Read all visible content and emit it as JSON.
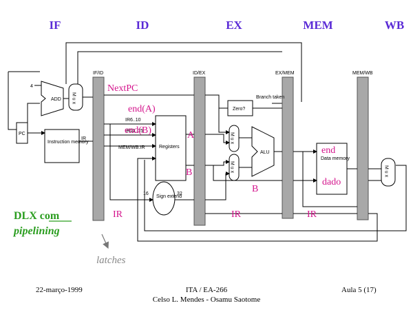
{
  "stages": [
    "IF",
    "ID",
    "EX",
    "MEM",
    "WB"
  ],
  "latch_labels": [
    "IF/ID",
    "ID/EX",
    "EX/MEM",
    "MEM/WB"
  ],
  "blocks": {
    "add": "ADD",
    "add_const": "4",
    "mux": "M u x",
    "pc": "PC",
    "imem": "Instruction memory",
    "regs": "Registers",
    "sign_extend": "Sign extend",
    "zero": "Zero?",
    "branch_taken": "Branch taken",
    "alu": "ALU",
    "dmem": "Data memory"
  },
  "small_labels": {
    "ir_if": "IR",
    "ir_6_10": "IR6..10",
    "ir_11_15": "IR11..15",
    "memwb_ir": "MEM/WB.IR",
    "bits_16": "16",
    "bits_32": "32"
  },
  "annotations": {
    "nextpc": "NextPC",
    "endA": "end(A)",
    "endB": "end(B)",
    "A": "A",
    "B": "B",
    "B2": "B",
    "ir1": "IR",
    "ir2": "IR",
    "ir3": "IR",
    "end": "end",
    "dado": "dado"
  },
  "title_line1": "DLX com",
  "title_line2": "pipelining",
  "latches_note": "latches",
  "footer": {
    "left": "22-março-1999",
    "center1": "ITA / EA-266",
    "center2": "Celso L. Mendes - Osamu Saotome",
    "right": "Aula 5 (17)"
  },
  "colors": {
    "stage": "#5a2ad6",
    "annotation": "#d4148c",
    "title": "#2a9d1f",
    "latch": "#a8a8a8"
  }
}
